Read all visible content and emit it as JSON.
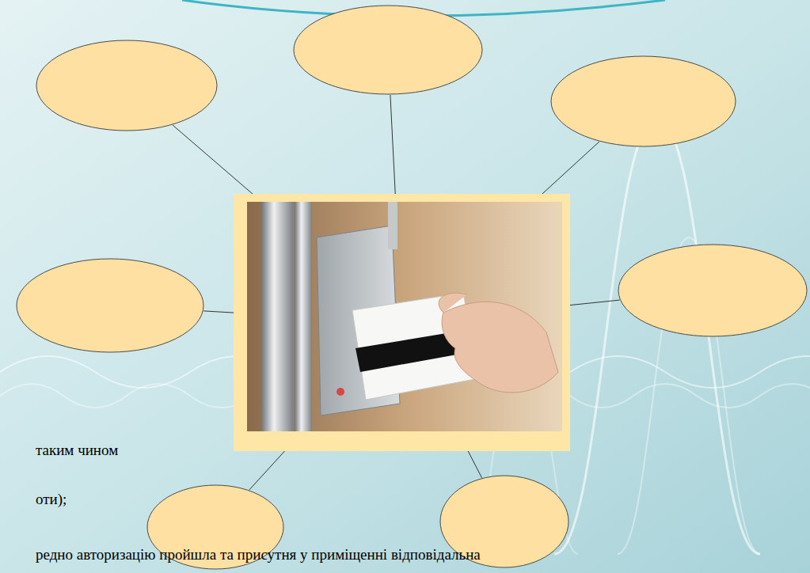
{
  "diagram": {
    "nodes": [
      {
        "text": []
      },
      {
        "text": []
      },
      {
        "text": []
      },
      {
        "text": []
      },
      {
        "text": []
      },
      {
        "text": []
      },
      {
        "text": []
      },
      {
        "text": []
      }
    ],
    "edges": [
      {
        "from": 4,
        "to": 0,
        "arrow": "none"
      },
      {
        "from": 4,
        "to": 1,
        "arrow": "none"
      },
      {
        "from": 4,
        "to": 2,
        "arrow": "none"
      },
      {
        "from": 4,
        "to": 3,
        "arrow": "none"
      },
      {
        "from": 4,
        "to": 5,
        "arrow": "none"
      },
      {
        "from": 4,
        "to": 6,
        "arrow": "none"
      },
      {
        "from": 4,
        "to": 7,
        "arrow": "none"
      }
    ],
    "labels": [
      "таким чином",
      "оти);",
      "редно авторизацію пройшла та присутня у приміщенні відповідальна"
    ]
  }
}
